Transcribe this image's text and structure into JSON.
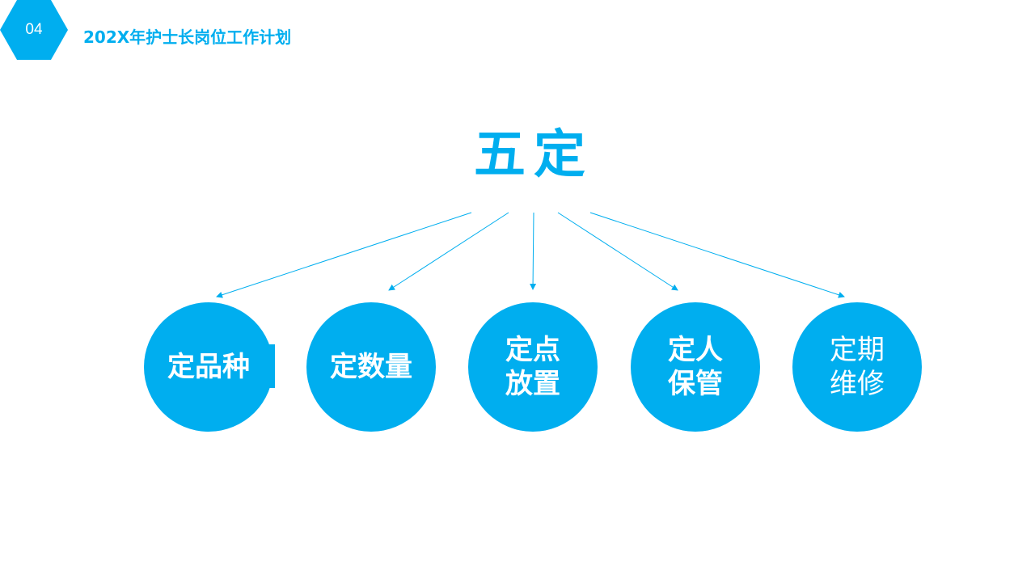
{
  "header": {
    "section_number": "04",
    "title": "202X年护士长岗位工作计划"
  },
  "main": {
    "title": "五定",
    "items": [
      {
        "line1": "定品种",
        "line2": ""
      },
      {
        "line1": "定数量",
        "line2": ""
      },
      {
        "line1": "定点",
        "line2": "放置"
      },
      {
        "line1": "定人",
        "line2": "保管"
      },
      {
        "line1": "定期",
        "line2": "维修"
      }
    ]
  },
  "colors": {
    "accent": "#00aeef"
  }
}
